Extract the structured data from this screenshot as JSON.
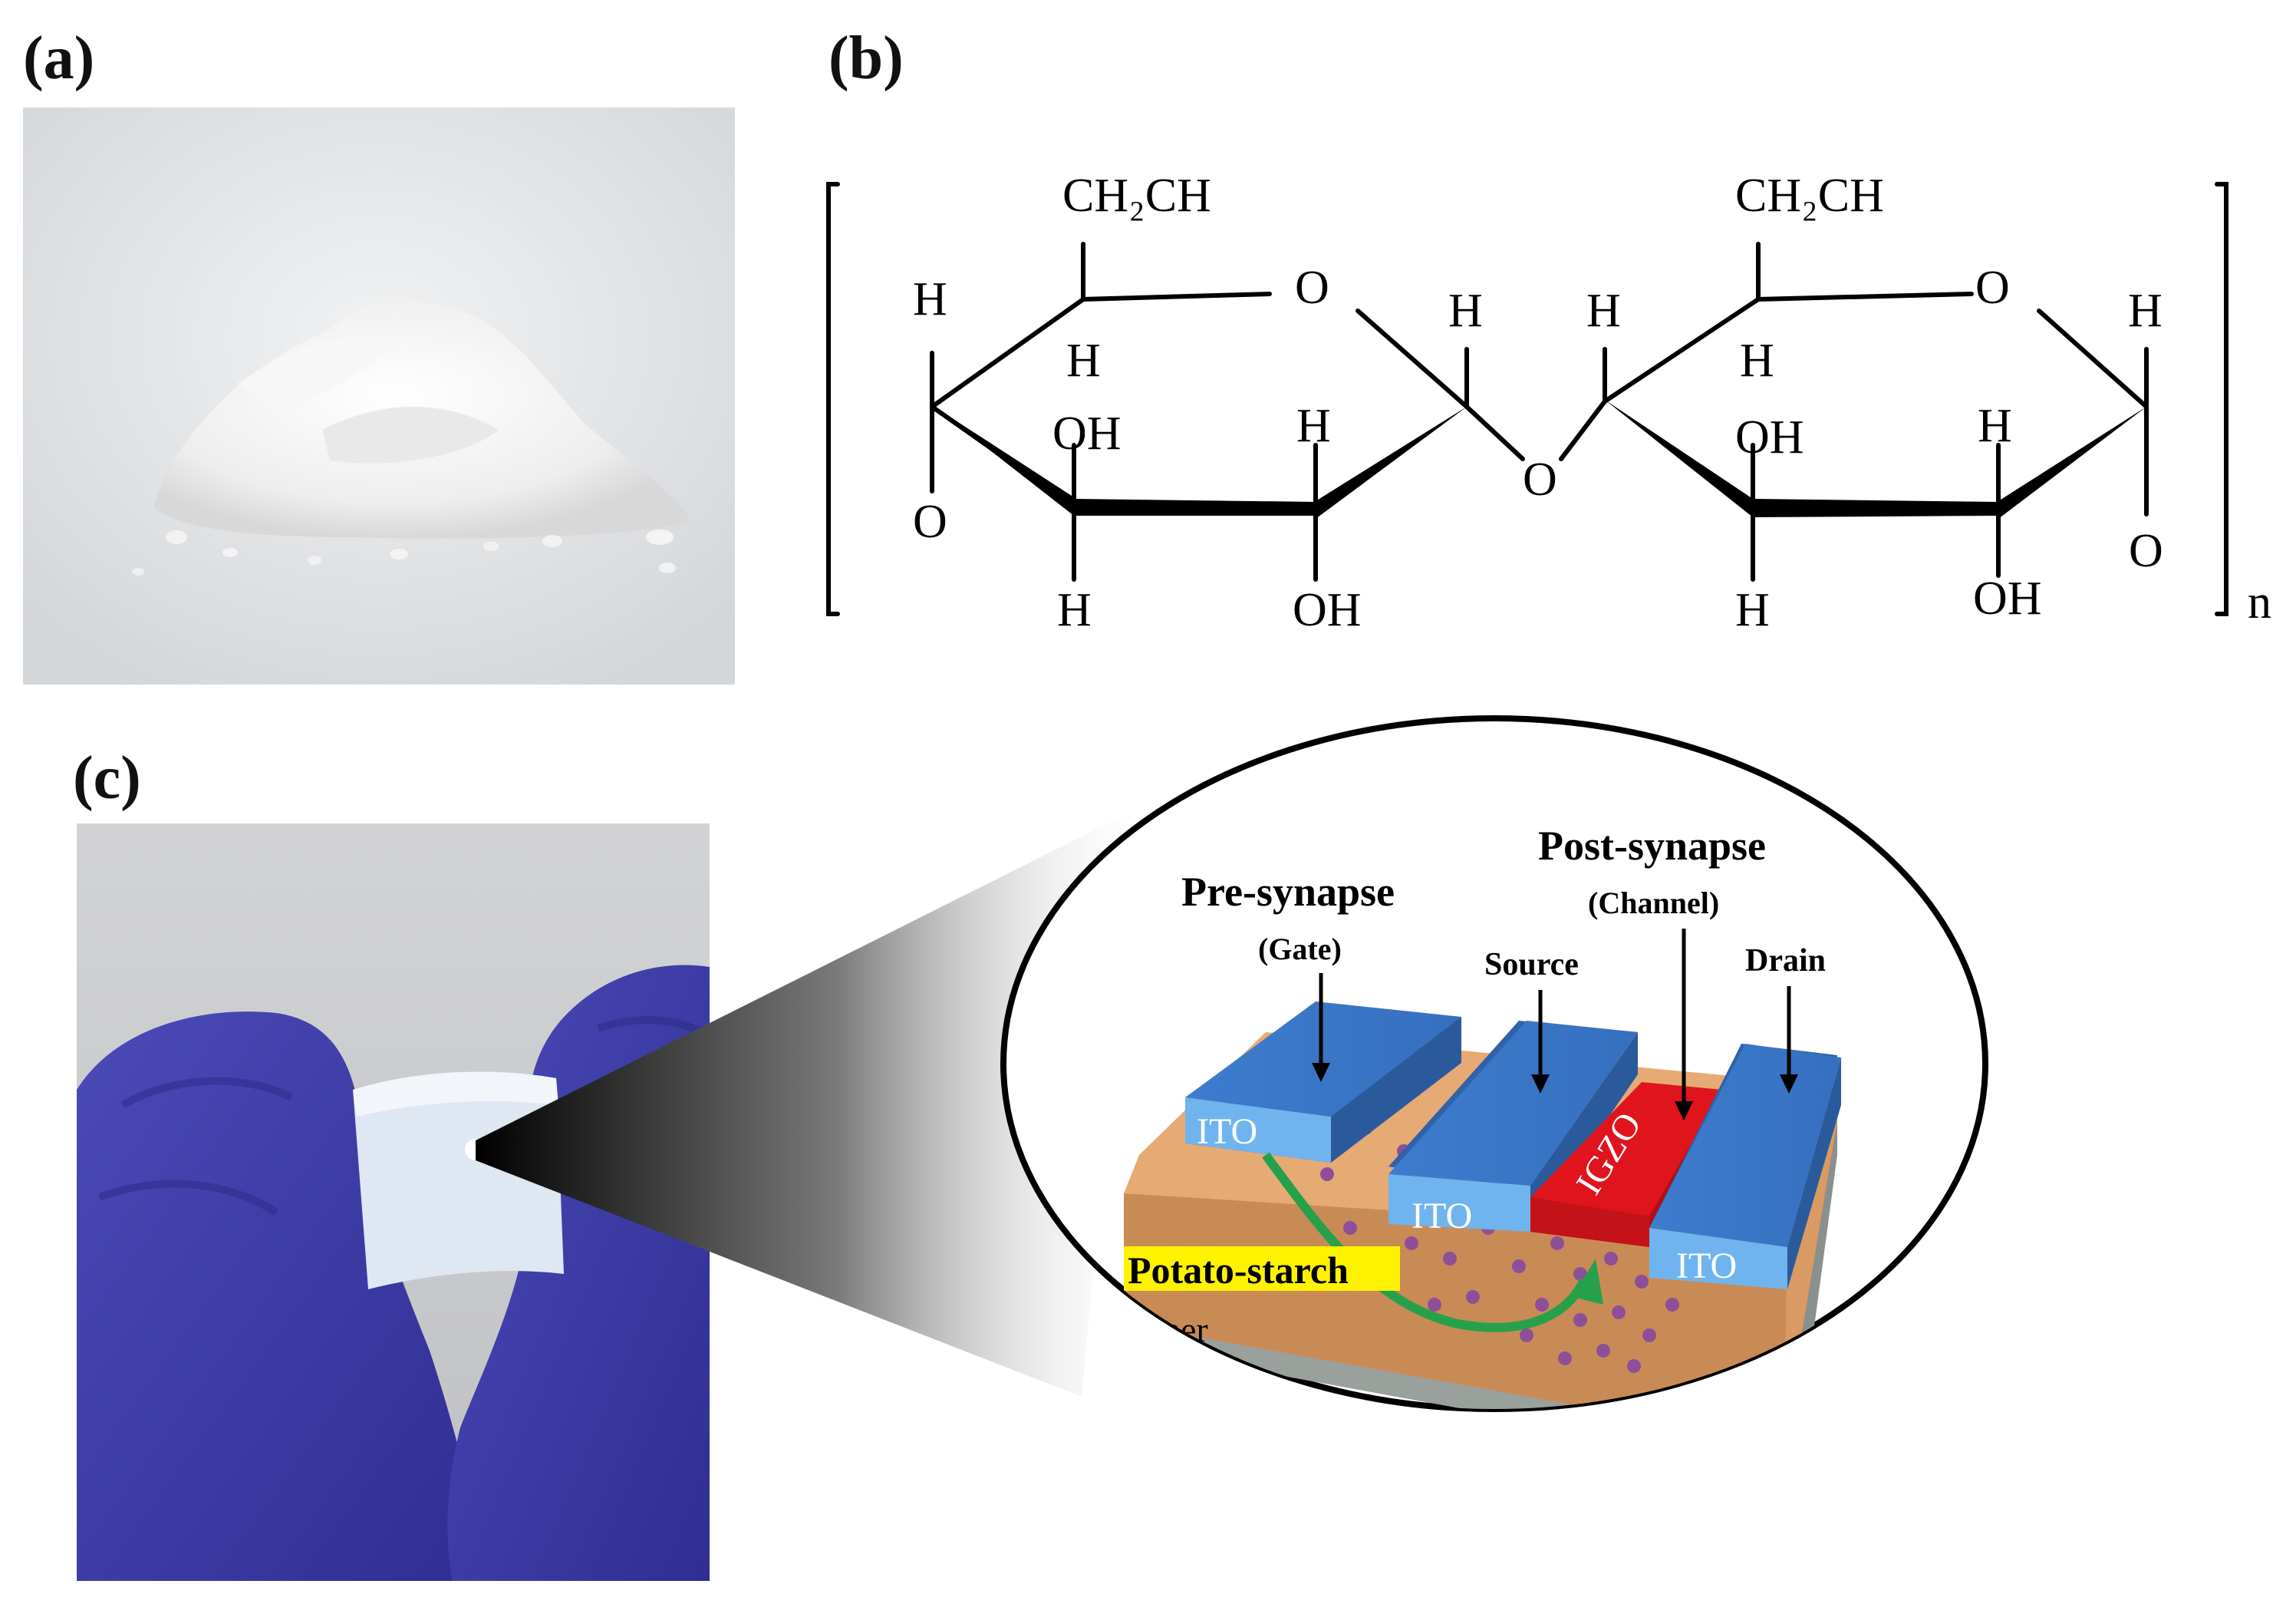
{
  "panels": {
    "a": {
      "label": "(a)"
    },
    "b": {
      "label": "(b)"
    },
    "c": {
      "label": "(c)"
    }
  },
  "structure": {
    "left_unit": {
      "top_group": "CH₂CH",
      "ring_o": "O",
      "h_left": "H",
      "h_under_top": "H",
      "h_right": "H",
      "oh_upper": "OH",
      "h_upper_right": "H",
      "o_bottom": "O",
      "h_bottom": "H",
      "oh_bottom": "OH"
    },
    "bridge_o": "O",
    "right_unit": {
      "top_group": "CH₂CH",
      "ring_o": "O",
      "h_left": "H",
      "h_under_top": "H",
      "h_right": "H",
      "oh_upper": "OH",
      "h_upper_right": "H",
      "o_right": "O",
      "h_bottom": "H",
      "oh_bottom": "OH"
    },
    "repeat_subscript": "n"
  },
  "device": {
    "pre_synapse": "Pre-synapse",
    "gate": "(Gate)",
    "post_synapse": "Post-synapse",
    "channel": "(Channel)",
    "source": "Source",
    "drain": "Drain",
    "electrode_ito": "ITO",
    "channel_igzo": "IGZO",
    "electrolyte": "Potato-starch",
    "substrate": "Paper"
  },
  "colors": {
    "ito_blue": "#3f7fce",
    "igzo_red": "#e0141c",
    "starch_orange": "#e1a46c",
    "paper_gray": "#9fa5a1",
    "label_yellow": "#fff200",
    "arrow_green": "#2a9d4a",
    "ion_purple": "#8b4a93",
    "glove_blue": "#3c3aa6"
  }
}
